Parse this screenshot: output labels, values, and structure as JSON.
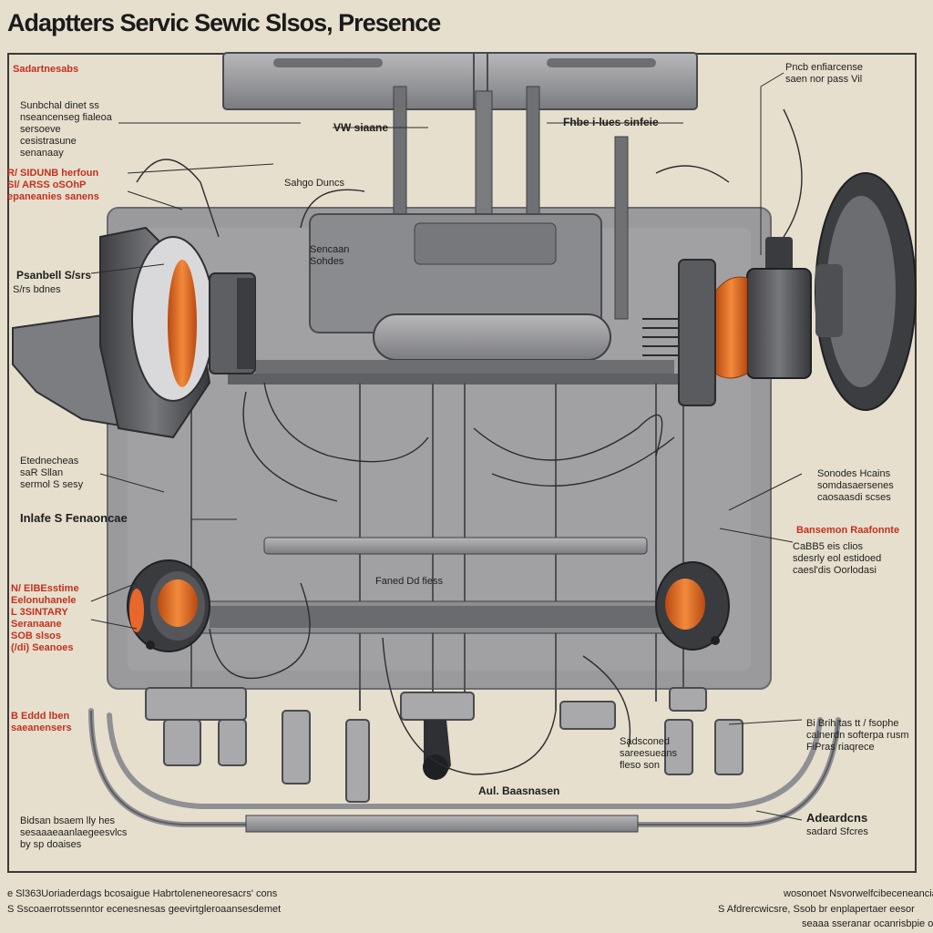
{
  "title": "Adaptters Servic Sewic Slsos, Presence",
  "labels_left": {
    "l1": "Sadartnesabs",
    "l2": "Sunbchal dinet ss\nnseancenseg fialeoa\nsersoeve\ncesistrasune\nsenanaay",
    "l3": "R/ SIDUNB herfoun\nSl/ ARSS oSOhP\nepaneanies sanens",
    "l4": "Psanbell S/srs",
    "l5": "S/rs bdnes",
    "l6": "Etednecheas\nsaR Sllan\nsermol S sesy",
    "l7": "Inlafe S Fenaoncae",
    "l8": "N/ ElBEsstime\nEelonuhanele\nL 3SINTARY\nSeranaane\nSOB slsos\n(/di) Seanoes",
    "l9": "B Eddd lben\nsaeanensers",
    "l10": "Bidsan bsaem lly hes\nsesaaaeaanlaegeesvlcs\nby sp doaises"
  },
  "labels_center": {
    "c1": "VW siaane",
    "c2": "Fhbe i-lues sinfeie",
    "c3": "Sahgo Duncs",
    "c4": "Sencaan\nSohdes",
    "c5": "Faned Dd fiess",
    "c6": "Sadsconed\nsareesueans\nfleso son",
    "c7": "Aul. Baasnasen"
  },
  "labels_right": {
    "r1": "Pncb enfiarcense\nsaen nor pass Vil",
    "r2": "Sonodes Hcains\nsomdasaersenes\ncaosaasdi scses",
    "r3": "Bansemon Raafonnte",
    "r4": "CaBB5 eis clios\nsdesrly eol estidoed\ncaesl'dis Oorlodasi",
    "r5": "Bi Brih tas tt / fsophe\ncalnerdn softerpa rusm\nFiPras riaqrece",
    "r6": "Adeardcns",
    "r7": "sadard Sfcres"
  },
  "footer": {
    "left1": "e Sl363Uoriaderdags bcosaigue Habrtoleneneoresacrs' cons",
    "left2": "S Sscoaerrotssenntor ecenesnesas geevirtgleroaansesdemet",
    "right1": "wosonoet Nsvorwelfcibeceneancia",
    "right2": "S Afdrercwicsre, Ssob br enplapertaer eesor",
    "right3": "seaaa sseranar ocanrisbpie orossh"
  },
  "colors": {
    "background": "#e6dfcd",
    "metal": "#8d8d90",
    "metal_dark": "#55565a",
    "accent": "#e8672a",
    "label_red": "#c4301e"
  }
}
